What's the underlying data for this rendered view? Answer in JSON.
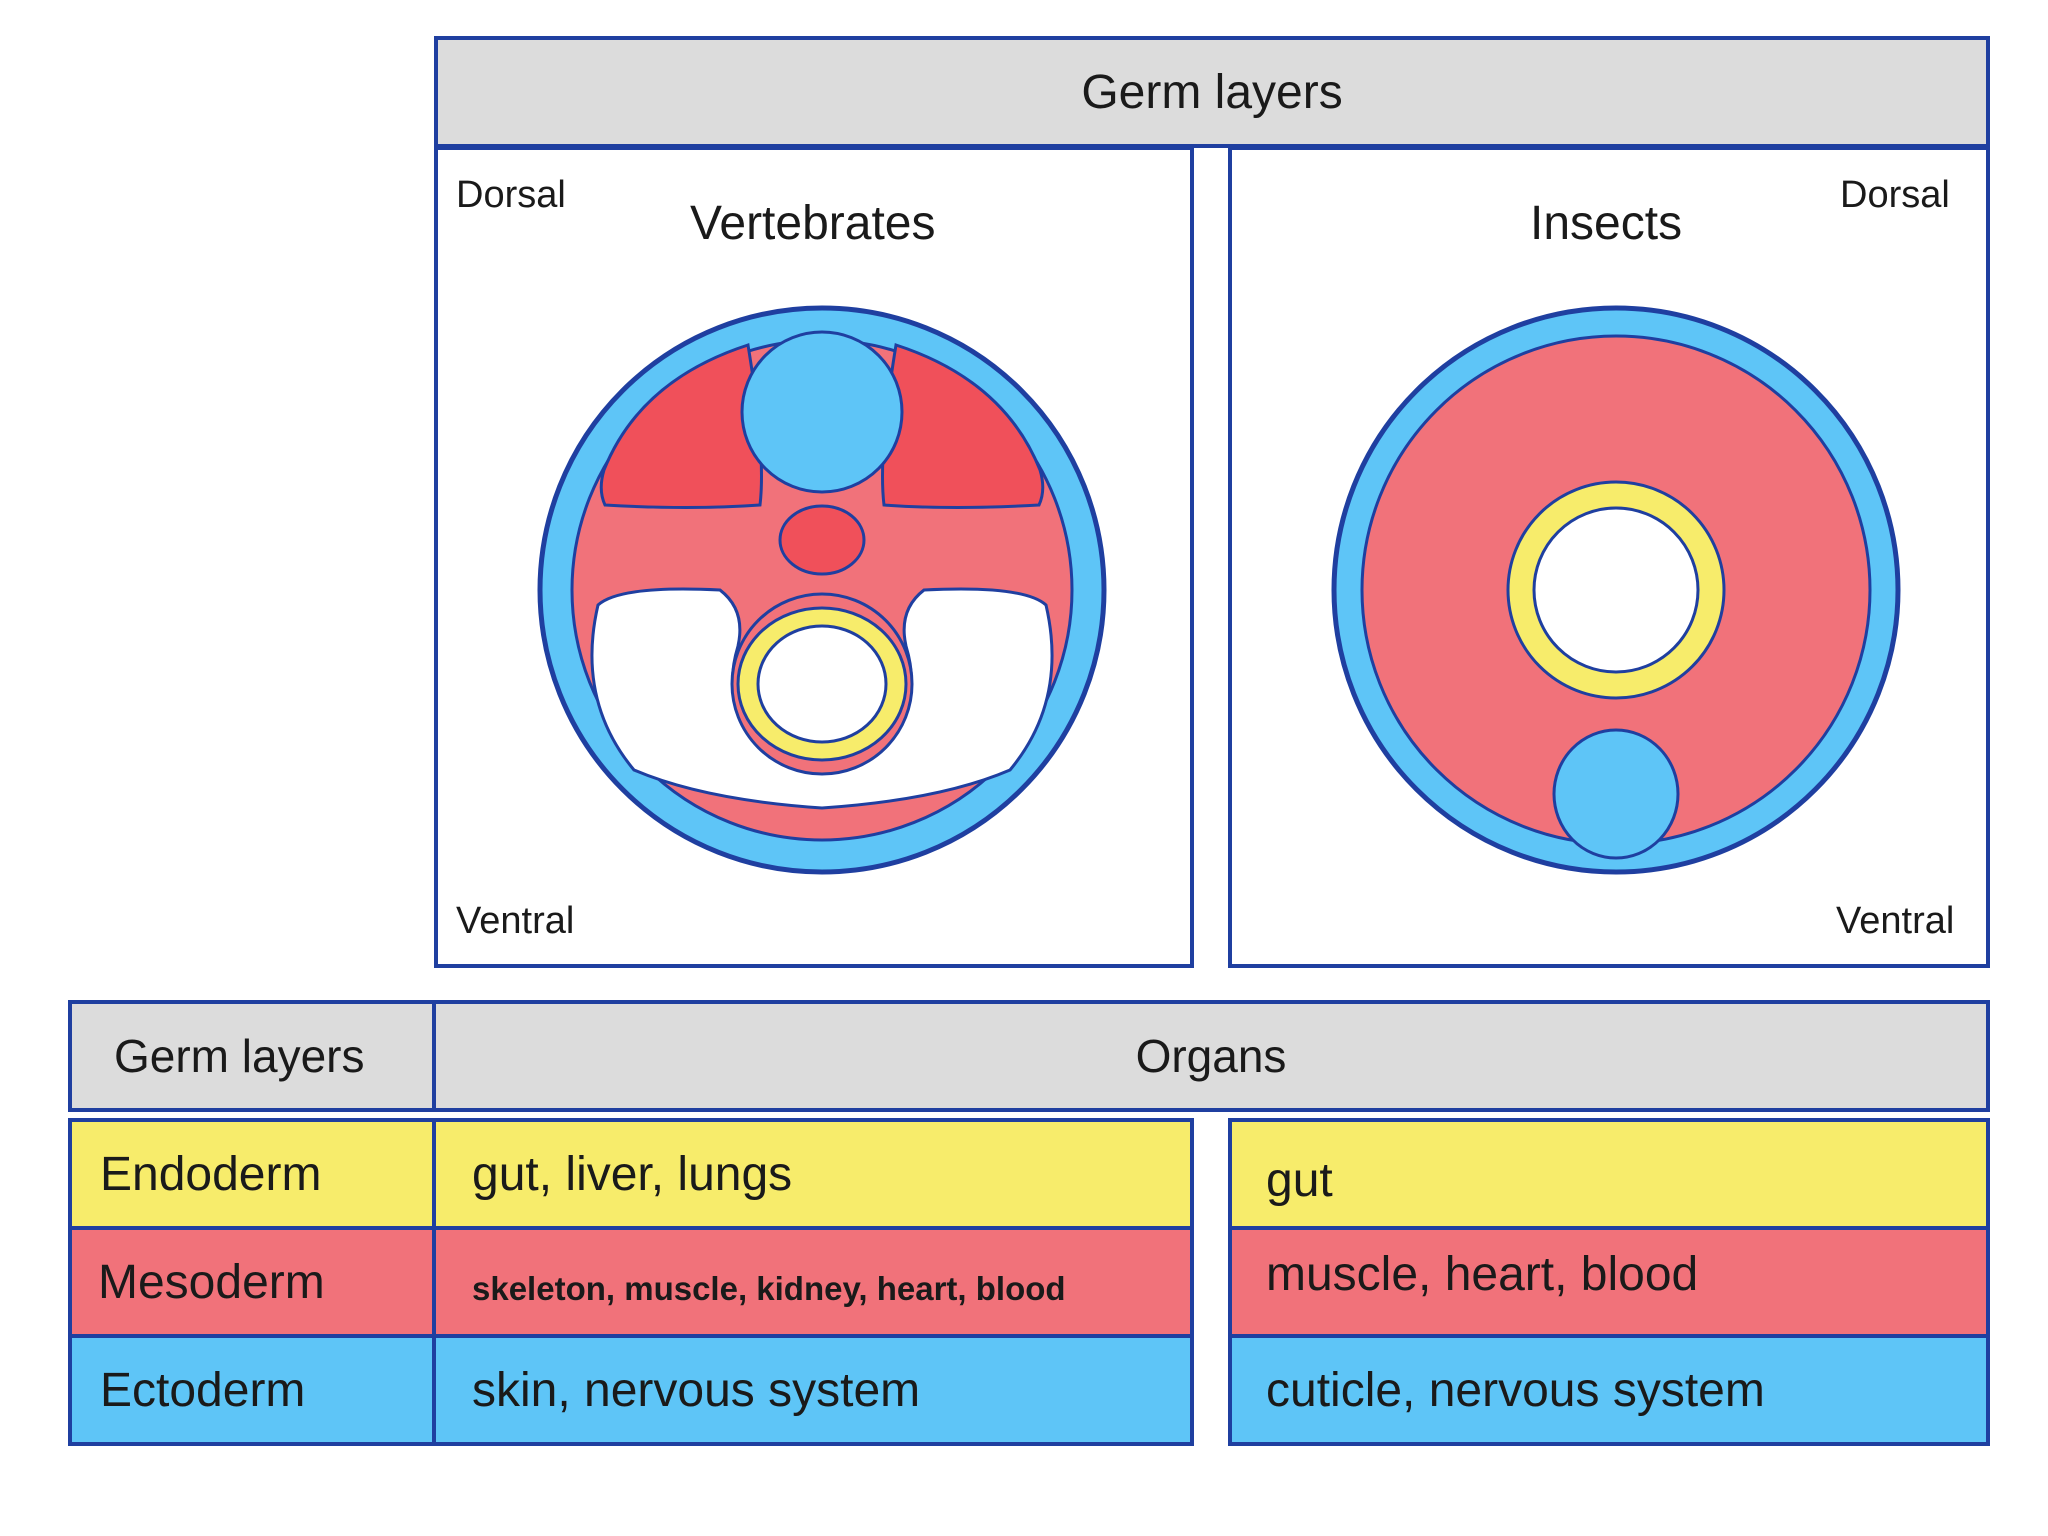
{
  "diagram": {
    "header_title": "Germ layers",
    "vertebrates": {
      "title": "Vertebrates",
      "dorsal": "Dorsal",
      "ventral": "Ventral"
    },
    "insects": {
      "title": "Insects",
      "dorsal": "Dorsal",
      "ventral": "Ventral"
    }
  },
  "table": {
    "col_header_layers": "Germ layers",
    "col_header_organs": "Organs",
    "rows": [
      {
        "layer": "Endoderm",
        "vertebrates": "gut, liver, lungs",
        "insects": "gut"
      },
      {
        "layer": "Mesoderm",
        "vertebrates": "skeleton, muscle, kidney, heart, blood",
        "insects": "muscle, heart, blood"
      },
      {
        "layer": "Ectoderm",
        "vertebrates": "skin, nervous system",
        "insects": "cuticle, nervous system"
      }
    ]
  },
  "colors": {
    "border": "#1f3fa0",
    "endoderm": "#f7ec6b",
    "mesoderm": "#f1727a",
    "ectoderm": "#5ec5f7",
    "header": "#dcdcdc"
  }
}
